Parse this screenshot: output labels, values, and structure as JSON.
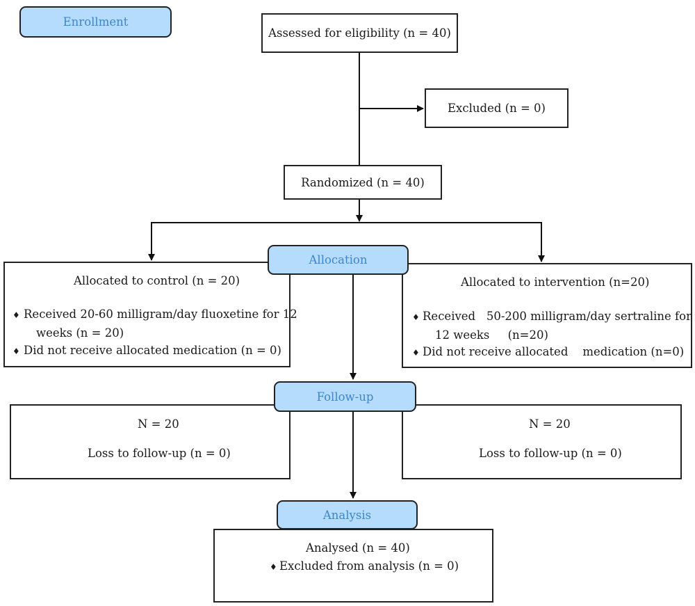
{
  "stage_labels": {
    "enrollment": "Enrollment",
    "allocation": "Allocation",
    "follow_up": "Follow-up",
    "analysis": "Analysis"
  },
  "assessed": "Assessed for eligibility (n = 40)",
  "excluded": "Excluded (n = 0)",
  "randomized": "Randomized (n = 40)",
  "control": {
    "title": "Allocated to control (n = 20)",
    "bullet_1_line_1": "Received 20-60 milligram/day fluoxetine for 12",
    "bullet_1_line_2": "weeks (n = 20)",
    "bullet_2": "Did not receive allocated medication (n = 0)"
  },
  "intervention": {
    "title": "Allocated to intervention (n=20)",
    "bullet_1_line_1": "Received   50-200 milligram/day sertraline for",
    "bullet_1_line_2": "12 weeks     (n=20)",
    "bullet_2": "Did not receive allocated    medication (n=0)"
  },
  "followup_left": {
    "count": "N = 20",
    "loss": "Loss to follow-up (n = 0)"
  },
  "followup_right": {
    "count": "N = 20",
    "loss": "Loss to follow-up (n = 0)"
  },
  "analysis_box": {
    "analysed": "Analysed (n = 40)",
    "excluded": "Excluded from analysis (n = 0)"
  },
  "bullet_glyph": "♦",
  "colors": {
    "label_fill": "#b5dcfc",
    "label_text": "#3d86c9",
    "line": "#111111"
  }
}
